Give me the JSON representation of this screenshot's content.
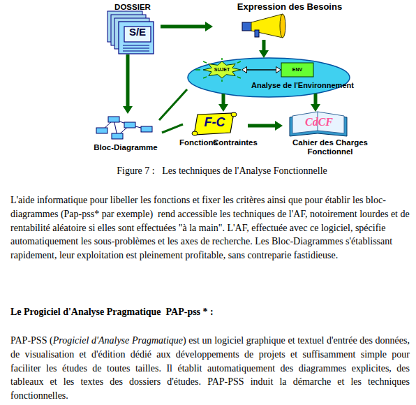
{
  "diagram": {
    "caption": "Figure 7 :   Les techniques de l'Analyse Fonctionnelle",
    "nodes": [
      {
        "text": [
          "DOSSIER",
          "S/E"
        ]
      },
      {
        "text": [
          "Expression des Besoins"
        ]
      },
      {
        "text": [
          "Analyse de l'Environnement"
        ]
      },
      {
        "text": [
          "SUJET"
        ],
        "in": 2
      },
      {
        "text": [
          "ENV"
        ],
        "in": 2
      },
      {
        "text": [
          "Bloc-Diagramme"
        ]
      },
      {
        "text": [
          "F-C",
          "Fonctions",
          "Contraintes"
        ]
      },
      {
        "text": [
          "CdCF",
          "Cahier des Charges Fonctionnel"
        ]
      }
    ],
    "edges": [
      {
        "from": 0,
        "to": 1,
        "arrow": "to"
      },
      {
        "from": 1,
        "to": 2,
        "arrow": "to"
      },
      {
        "from": 0,
        "to": 5,
        "arrow": "to"
      },
      {
        "from": 3,
        "to": 4,
        "arrow": "both"
      },
      {
        "from": 2,
        "to": 6,
        "arrow": "to"
      },
      {
        "from": 2,
        "to": 7,
        "arrow": "to"
      },
      {
        "from": 6,
        "to": 7,
        "arrow": "to"
      }
    ],
    "labels": [
      "L'aide informatique pour libeller les fonctions et fixer les critères ainsi que pour établir les bloc-diagrammes (Pap-pss* par exemple)  rend accessible les techniques de l'AF, notoirement lourdes et de rentabilité aléatoire si elles sont effectuées \"à la main\". L'AF, effectuée avec ce logiciel, spécifie automatiquement les sous-problèmes et les axes de recherche. Les Bloc-Diagrammes s'établissant rapidement, leur exploitation est pleinement profitable, sans contreparie fastidieuse.",
      "Le Progiciel d'Analyse Pragmatique  PAP-pss * :",
      "PAP-PSS (",
      "Progiciel d'Analyse Pragmatique",
      ") est un logiciel graphique et textuel d'entrée des données, de visualisation et d'édition dédié aux développements de projets et suffisamment simple pour faciliter les études de toutes tailles. Il établit automatiquement des diagrammes explicites, des tableaux et les textes des dossiers d'études. PAP-PSS induit la démarche et les techniques fonctionnelles."
    ]
  }
}
